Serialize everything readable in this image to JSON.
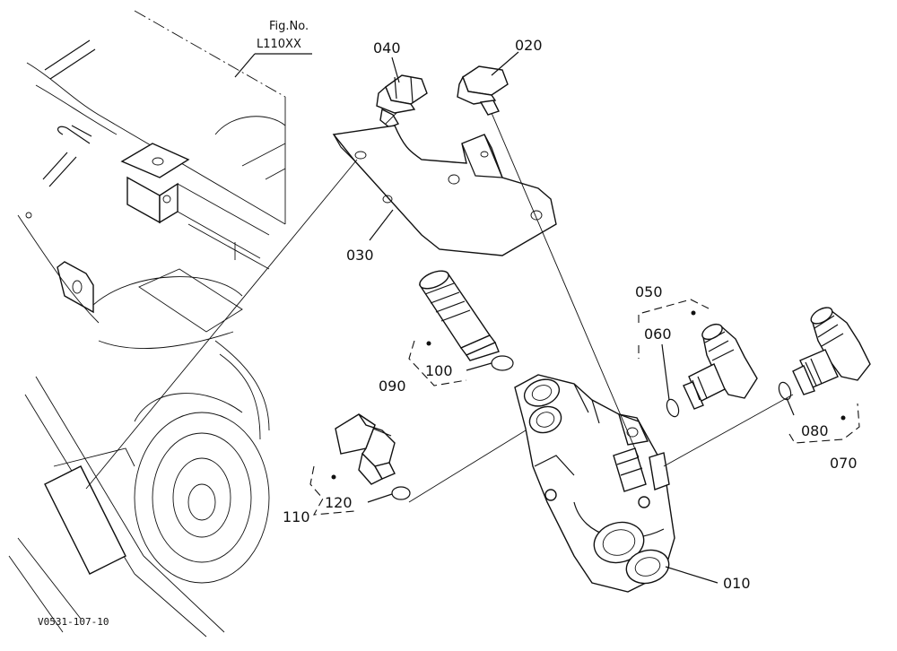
{
  "fig": {
    "title": "Fig.No.",
    "number": "L110XX"
  },
  "drawing_code": "V0531-107-10",
  "parts": [
    {
      "id": "010"
    },
    {
      "id": "020"
    },
    {
      "id": "030"
    },
    {
      "id": "040"
    },
    {
      "id": "050"
    },
    {
      "id": "060"
    },
    {
      "id": "070"
    },
    {
      "id": "080"
    },
    {
      "id": "090"
    },
    {
      "id": "100"
    },
    {
      "id": "110"
    },
    {
      "id": "120"
    }
  ]
}
